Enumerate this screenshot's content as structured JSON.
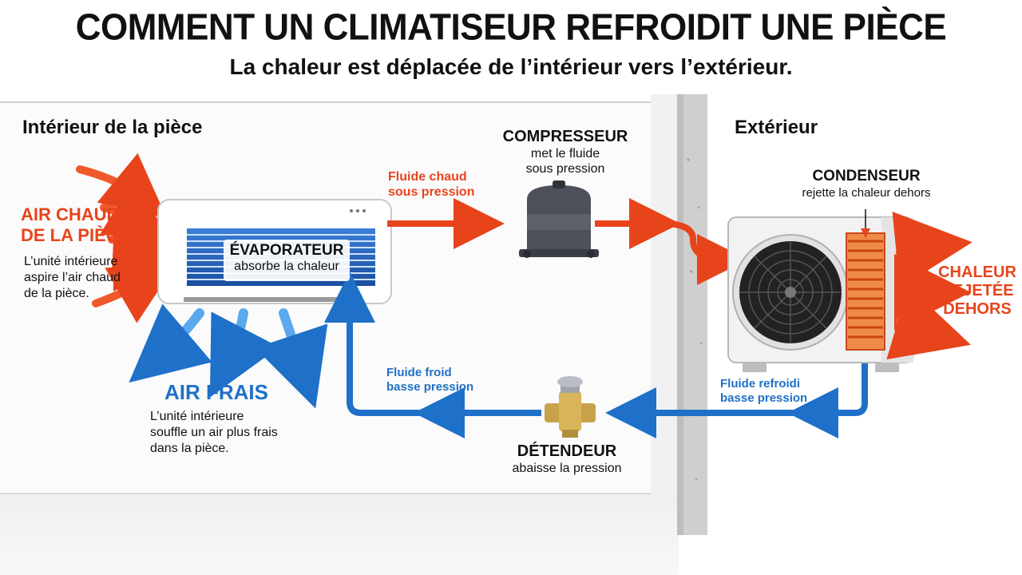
{
  "header": {
    "title": "COMMENT UN CLIMATISEUR REFROIDIT UNE PIÈCE",
    "subtitle": "La chaleur est déplacée de l’intérieur vers l’extérieur."
  },
  "sections": {
    "inside": "Intérieur de la pièce",
    "outside": "Extérieur"
  },
  "warm_air": {
    "title_line1": "AIR CHAUD",
    "title_line2": "DE LA PIÈCE",
    "note_line1": "L’unité intérieure",
    "note_line2": "aspire l’air chaud",
    "note_line3": "de la pièce."
  },
  "cool_air": {
    "title": "AIR FRAIS",
    "note_line1": "L’unité intérieure",
    "note_line2": "souffle un air plus frais",
    "note_line3": "dans la pièce."
  },
  "evaporator": {
    "title": "ÉVAPORATEUR",
    "subtitle": "absorbe la chaleur"
  },
  "compressor": {
    "title": "COMPRESSEUR",
    "subtitle_line1": "met le fluide",
    "subtitle_line2": "sous pression"
  },
  "condenser": {
    "title": "CONDENSEUR",
    "subtitle": "rejette la chaleur dehors"
  },
  "expansion_valve": {
    "title": "DÉTENDEUR",
    "subtitle": "abaisse la pression"
  },
  "flows": {
    "hot_line1": "Fluide chaud",
    "hot_line2": "sous pression",
    "cold_line1": "Fluide froid",
    "cold_line2": "basse pression",
    "cooled_line1": "Fluide refroidi",
    "cooled_line2": "basse pression"
  },
  "heat_out": {
    "line1": "CHALEUR",
    "line2": "REJETÉE",
    "line3": "DEHORS"
  },
  "colors": {
    "hot": "#e8441c",
    "cold": "#1f70c8",
    "wall": "#d9d9d9"
  }
}
